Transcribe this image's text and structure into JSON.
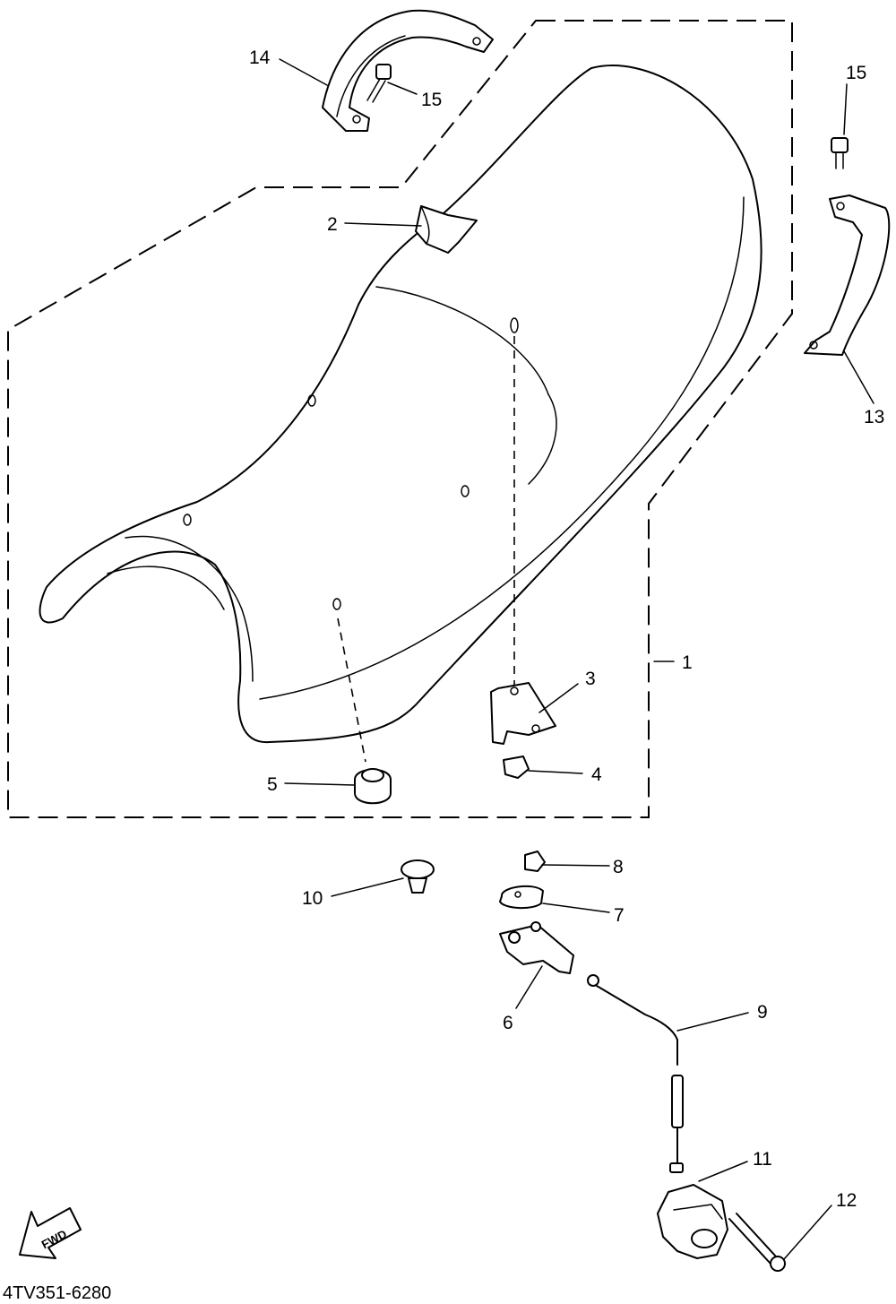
{
  "callouts": {
    "c1": "1",
    "c2": "2",
    "c3": "3",
    "c4": "4",
    "c5": "5",
    "c6": "6",
    "c7": "7",
    "c8": "8",
    "c9": "9",
    "c10": "10",
    "c11": "11",
    "c12": "12",
    "c13": "13",
    "c14": "14",
    "c15a": "15",
    "c15b": "15"
  },
  "fwd_arrow": {
    "label": "FWD"
  },
  "drawing_number": "4TV351-6280"
}
